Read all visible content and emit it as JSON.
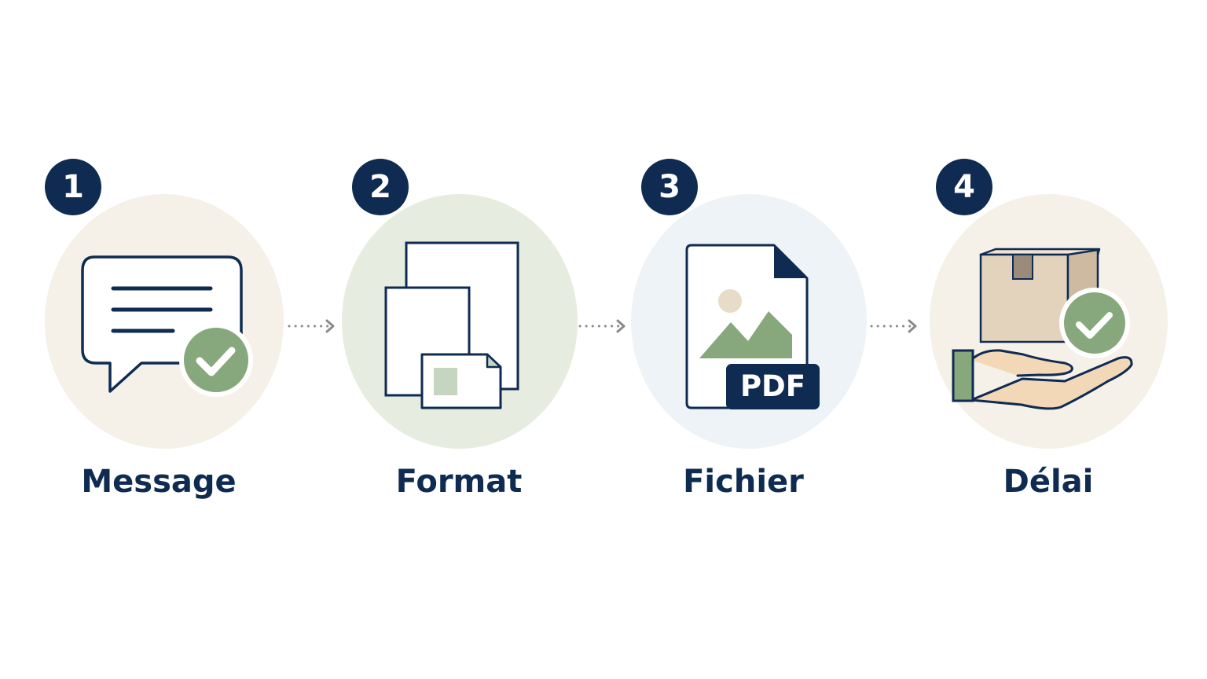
{
  "steps": [
    {
      "number": "1",
      "label": "Message",
      "icon": "chat-bubble-check-icon",
      "circle_color": "#f6f1e8"
    },
    {
      "number": "2",
      "label": "Format",
      "icon": "page-sizes-icon",
      "circle_color": "#e6ecdf"
    },
    {
      "number": "3",
      "label": "Fichier",
      "icon": "pdf-file-icon",
      "circle_color": "#eef3f8"
    },
    {
      "number": "4",
      "label": "Délai",
      "icon": "delivery-hand-box-icon",
      "circle_color": "#f6f1e8"
    }
  ],
  "pdf_badge_text": "PDF",
  "colors": {
    "navy": "#0f2b52",
    "green": "#87a87c",
    "green_light": "#c6d5c0",
    "beige_box": "#e3d3bd",
    "hand": "#f3d8b8",
    "arrow": "#8a8a8a"
  }
}
